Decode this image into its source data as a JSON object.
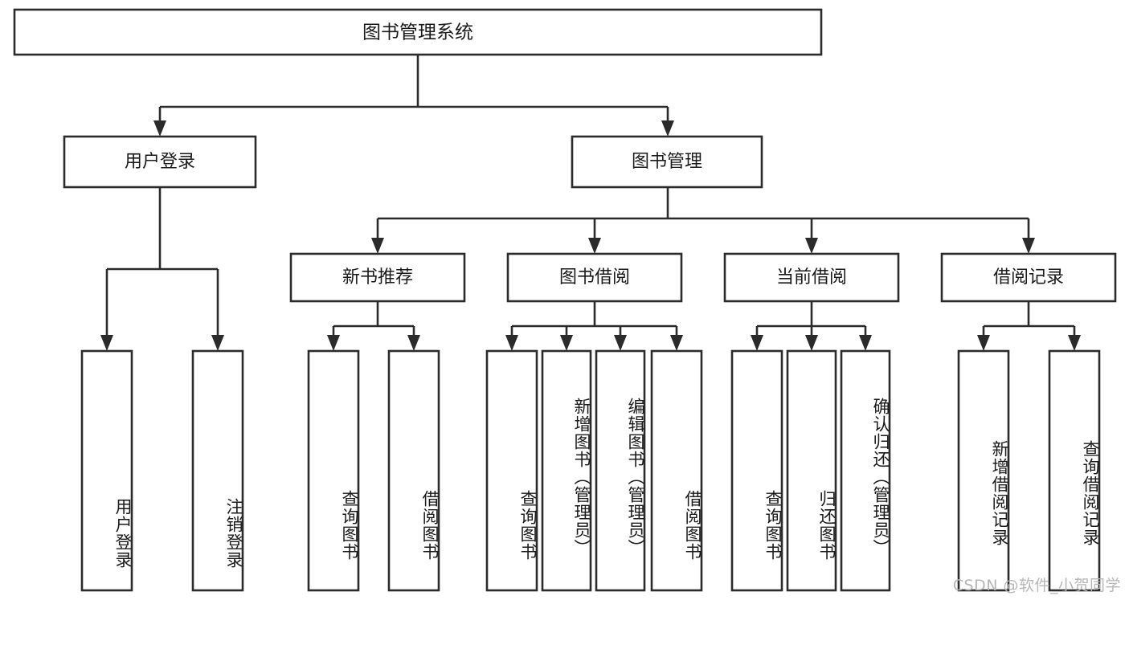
{
  "diagram": {
    "type": "tree",
    "title": "图书管理系统",
    "watermark": "CSDN @软件_小贺同学",
    "colors": {
      "stroke": "#2b2b2b",
      "fill": "#ffffff",
      "text": "#1a1a1a",
      "watermark": "#b6b6b6",
      "background": "#ffffff"
    },
    "root": {
      "label": "图书管理系统"
    },
    "level2": [
      {
        "label": "用户登录"
      },
      {
        "label": "图书管理"
      }
    ],
    "level3": [
      {
        "label": "新书推荐"
      },
      {
        "label": "图书借阅"
      },
      {
        "label": "当前借阅"
      },
      {
        "label": "借阅记录"
      }
    ],
    "leaves": {
      "user_login": [
        {
          "label": "用户登录"
        },
        {
          "label": "注销登录"
        }
      ],
      "new_book_recommend": [
        {
          "label": "查询图书"
        },
        {
          "label": "借阅图书"
        }
      ],
      "book_borrow": [
        {
          "label": "查询图书"
        },
        {
          "label": "新增图书（管理员）"
        },
        {
          "label": "编辑图书（管理员）"
        },
        {
          "label": "借阅图书"
        }
      ],
      "current_borrow": [
        {
          "label": "查询图书"
        },
        {
          "label": "归还图书"
        },
        {
          "label": "确认归还（管理员）"
        }
      ],
      "borrow_record": [
        {
          "label": "新增借阅记录"
        },
        {
          "label": "查询借阅记录"
        }
      ]
    }
  }
}
